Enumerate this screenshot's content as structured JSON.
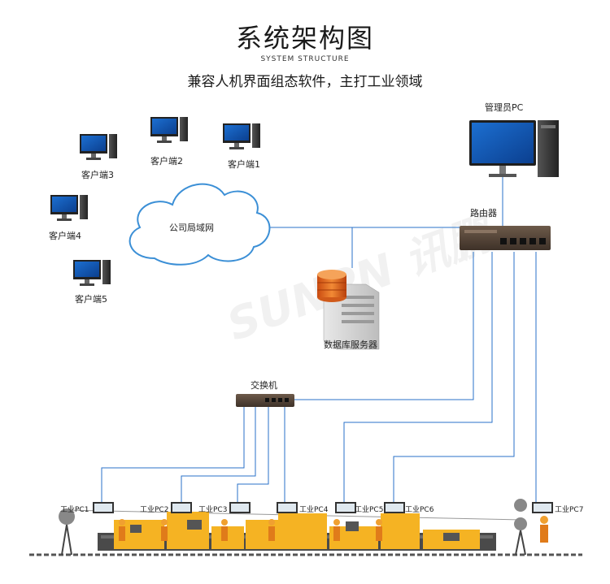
{
  "header": {
    "title": "系统架构图",
    "subtitle_en": "SYSTEM STRUCTURE",
    "subtitle": "兼容人机界面组态软件，主打工业领域"
  },
  "nodes": {
    "cloud": "公司局域网",
    "admin_pc": "管理员PC",
    "router": "路由器",
    "db_server": "数据库服务器",
    "switch": "交换机",
    "clients": [
      "客户端1",
      "客户端2",
      "客户端3",
      "客户端4",
      "客户端5"
    ],
    "industrial_pcs": [
      "工业PC1",
      "工业PC2",
      "工业PC3",
      "工业PC4",
      "工业PC5",
      "工业PC6",
      "工业PC7"
    ]
  },
  "watermark": "SUNPN 讯鹏",
  "colors": {
    "link": "#2a72c8",
    "cloud": "#3b8fd6",
    "machine": "#f5b323",
    "belt": "#4a4a4a"
  }
}
